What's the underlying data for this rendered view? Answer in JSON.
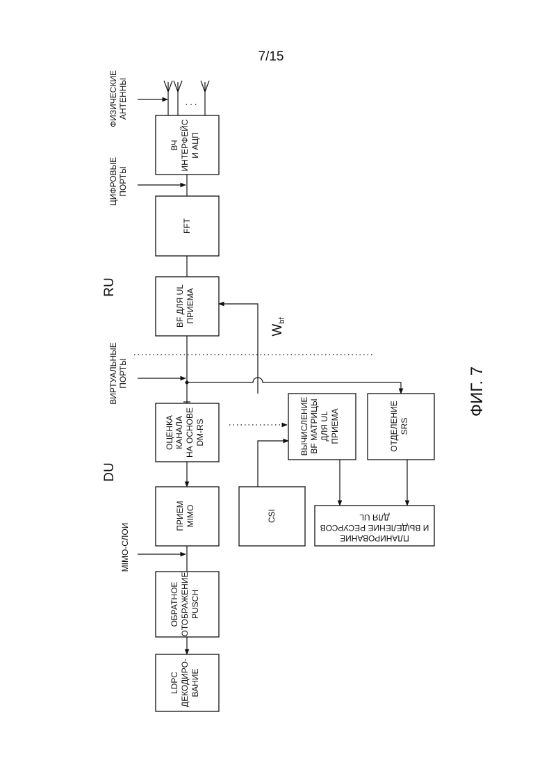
{
  "page_number": "7/15",
  "figure_label": "ФИГ. 7",
  "sections": {
    "ru": "RU",
    "du": "DU"
  },
  "side_labels": {
    "physical_antennas": [
      "ФИЗИЧЕСКИЕ",
      "АНТЕННЫ"
    ],
    "digital_ports": [
      "ЦИФРОВЫЕ",
      "ПОРТЫ"
    ],
    "virtual_ports": [
      "ВИРТУАЛЬНЫЕ",
      "ПОРТЫ"
    ],
    "mimo_layers": [
      "MIMO-СЛОИ"
    ],
    "ellipsis": ". . ."
  },
  "weight_label": {
    "main": "W",
    "subscript": "bf"
  },
  "blocks": {
    "rf_frontend": [
      "ВЧ",
      "ИНТЕРФЕЙС",
      "И АЦП"
    ],
    "fft": [
      "FFT"
    ],
    "bf_ul": [
      "BF ДЛЯ UL",
      "ПРИЕМА"
    ],
    "channel_est": [
      "ОЦЕНКА",
      "КАНАЛА",
      "НА ОСНОВЕ",
      "DM-RS"
    ],
    "mimo_rx": [
      "ПРИЕМ",
      "MIMO"
    ],
    "demapping": [
      "ОБРАТНОЕ",
      "ОТОБРАЖЕНИЕ",
      "PUSCH"
    ],
    "ldpc": [
      "LDPC",
      "ДЕКОДИРО-",
      "ВАНИЕ"
    ],
    "csi": [
      "CSI"
    ],
    "bf_matrix": [
      "ВЫЧИСЛЕНИЕ",
      "BF МАТРИЦЫ",
      "ДЛЯ UL",
      "ПРИЕМА"
    ],
    "srs": [
      "ОТДЕЛЕНИЕ",
      "SRS"
    ],
    "scheduling": [
      "ПЛАНИРОВАНИЕ",
      "И ВЫДЕЛЕНИЕ РЕСУРСОВ",
      "ДЛЯ UL"
    ]
  }
}
